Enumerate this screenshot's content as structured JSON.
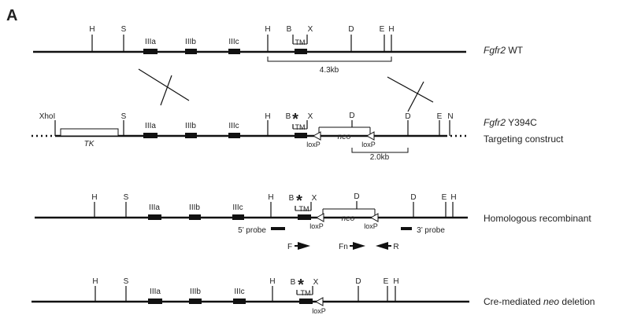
{
  "panel_label": "A",
  "sites": {
    "H": "H",
    "S": "S",
    "B": "B",
    "X": "X",
    "D": "D",
    "E": "E",
    "N": "N",
    "XhoI": "XhoI"
  },
  "exons": {
    "IIIa": "IIIa",
    "IIIb": "IIIb",
    "IIIc": "IIIc",
    "TM": "TM"
  },
  "mutation_mark": "*",
  "rows": {
    "wt": {
      "gene": "Fgfr2",
      "suffix": " WT",
      "fragment": "4.3kb"
    },
    "construct": {
      "gene": "Fgfr2",
      "suffix": " Y394C",
      "line2": "Targeting construct",
      "tk": "TK",
      "neo": "neo",
      "loxp": "loxP",
      "fragment": "2.0kb"
    },
    "recombinant": {
      "label": "Homologous recombinant",
      "neo": "neo",
      "loxp": "loxP",
      "probe5": "5’ probe",
      "probe3": "3’ probe",
      "primer_f": "F",
      "primer_fn": "Fn",
      "primer_r": "R"
    },
    "deletion": {
      "label_pre": "Cre-mediated ",
      "label_neo": "neo",
      "label_post": " deletion",
      "loxp": "loxP"
    }
  },
  "colors": {
    "ink": "#111111",
    "text": "#222222"
  }
}
